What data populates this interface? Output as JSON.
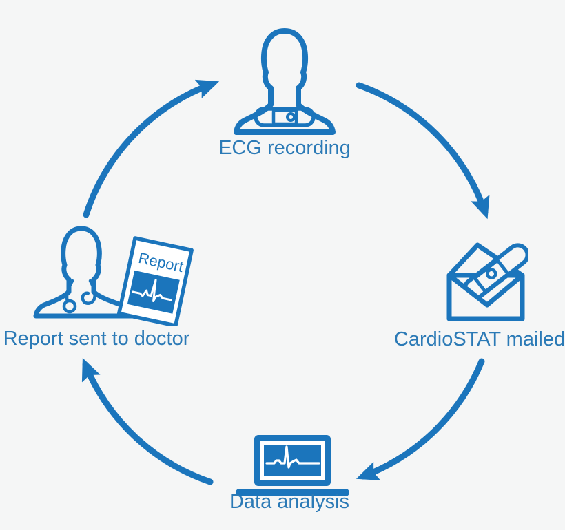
{
  "diagram": {
    "type": "cycle",
    "colors": {
      "accent": "#1b75bc",
      "label": "#2b7ab6",
      "background": "#f5f6f6",
      "white": "#ffffff"
    },
    "steps": [
      {
        "id": "ecg-recording",
        "label": "ECG recording",
        "icon": "patient-with-ecg-device-icon",
        "position": "top"
      },
      {
        "id": "cardiostat-mailed",
        "label": "CardioSTAT mailed",
        "icon": "envelope-with-device-icon",
        "position": "right"
      },
      {
        "id": "data-analysis",
        "label": "Data analysis",
        "icon": "laptop-ecg-icon",
        "position": "bottom"
      },
      {
        "id": "report-sent",
        "label": "Report sent to doctor",
        "icon": "doctor-with-report-icon",
        "position": "left"
      }
    ],
    "flow_order": [
      "ECG recording",
      "CardioSTAT mailed",
      "Data analysis",
      "Report sent to doctor"
    ],
    "report_document": {
      "title": "Report"
    }
  }
}
